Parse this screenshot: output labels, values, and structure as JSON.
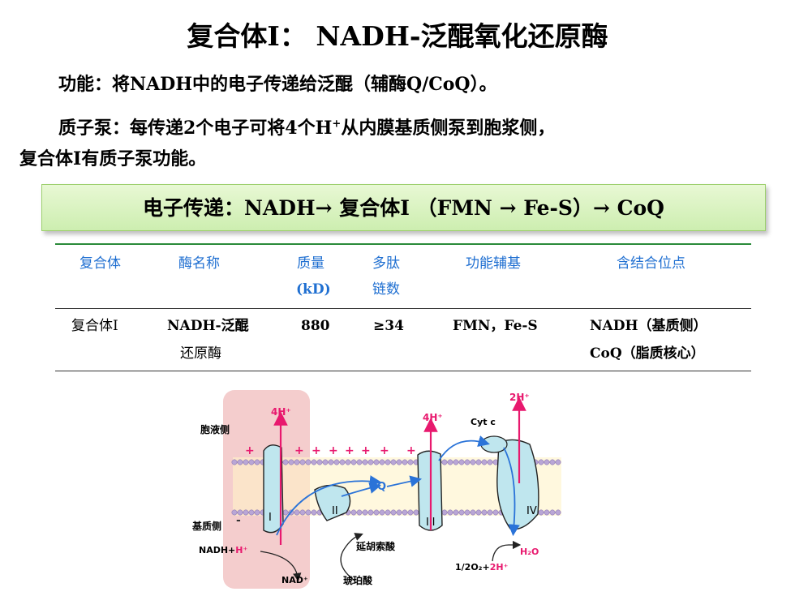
{
  "title": "复合体I： NADH-泛醌氧化还原酶",
  "function_text": "功能：将NADH中的电子传递给泛醌（辅酶Q/CoQ）。",
  "proton_pump": {
    "line1_a": "质子泵：每传递2个电子可将4个H",
    "line1_sup": "+",
    "line1_b": "从内膜基质侧泵到胞浆侧，",
    "line2": "复合体I有质子泵功能。"
  },
  "electron_flow": "电子传递：NADH→  复合体I （FMN → Fe-S）→ CoQ",
  "table": {
    "headers": [
      {
        "l1": "复合体",
        "l2": ""
      },
      {
        "l1": "酶名称",
        "l2": ""
      },
      {
        "l1": "质量",
        "l2": "(kD)"
      },
      {
        "l1": "多肽",
        "l2": "链数"
      },
      {
        "l1": "功能辅基",
        "l2": ""
      },
      {
        "l1": "含结合位点",
        "l2": ""
      }
    ],
    "row": {
      "complex": "复合体Ⅰ",
      "enzyme_l1": "NADH-泛醌",
      "enzyme_l2": "还原酶",
      "mass": "880",
      "chains": "≥34",
      "prosthetic": "FMN，Fe-S",
      "site_l1": "NADH（基质侧）",
      "site_l2": "CoQ（脂质核心）"
    }
  },
  "diagram": {
    "cytosol_side": "胞液侧",
    "matrix_side": "基质侧",
    "h_I": "4H⁺",
    "h_III": "4H⁺",
    "h_IV": "2H⁺",
    "cyt_c": "Cyt c",
    "q": "Q",
    "complex_I": "I",
    "complex_II": "II",
    "complex_III": "III",
    "complex_IV": "IV",
    "nadh": "NADH+",
    "nadh_h": "H⁺",
    "nad": "NAD⁺",
    "fumarate": "延胡索酸",
    "succinate": "琥珀酸",
    "water": "H₂O",
    "oxygen": "1/2O₂+",
    "oxygen_h": "2H⁺",
    "plus": "+",
    "minus": "-",
    "colors": {
      "proton": "#e8196e",
      "electron": "#2a73d8",
      "protein": "#bfe6ee",
      "highlight": "#f2c4c4",
      "lipid": "#b9a6d6"
    }
  }
}
